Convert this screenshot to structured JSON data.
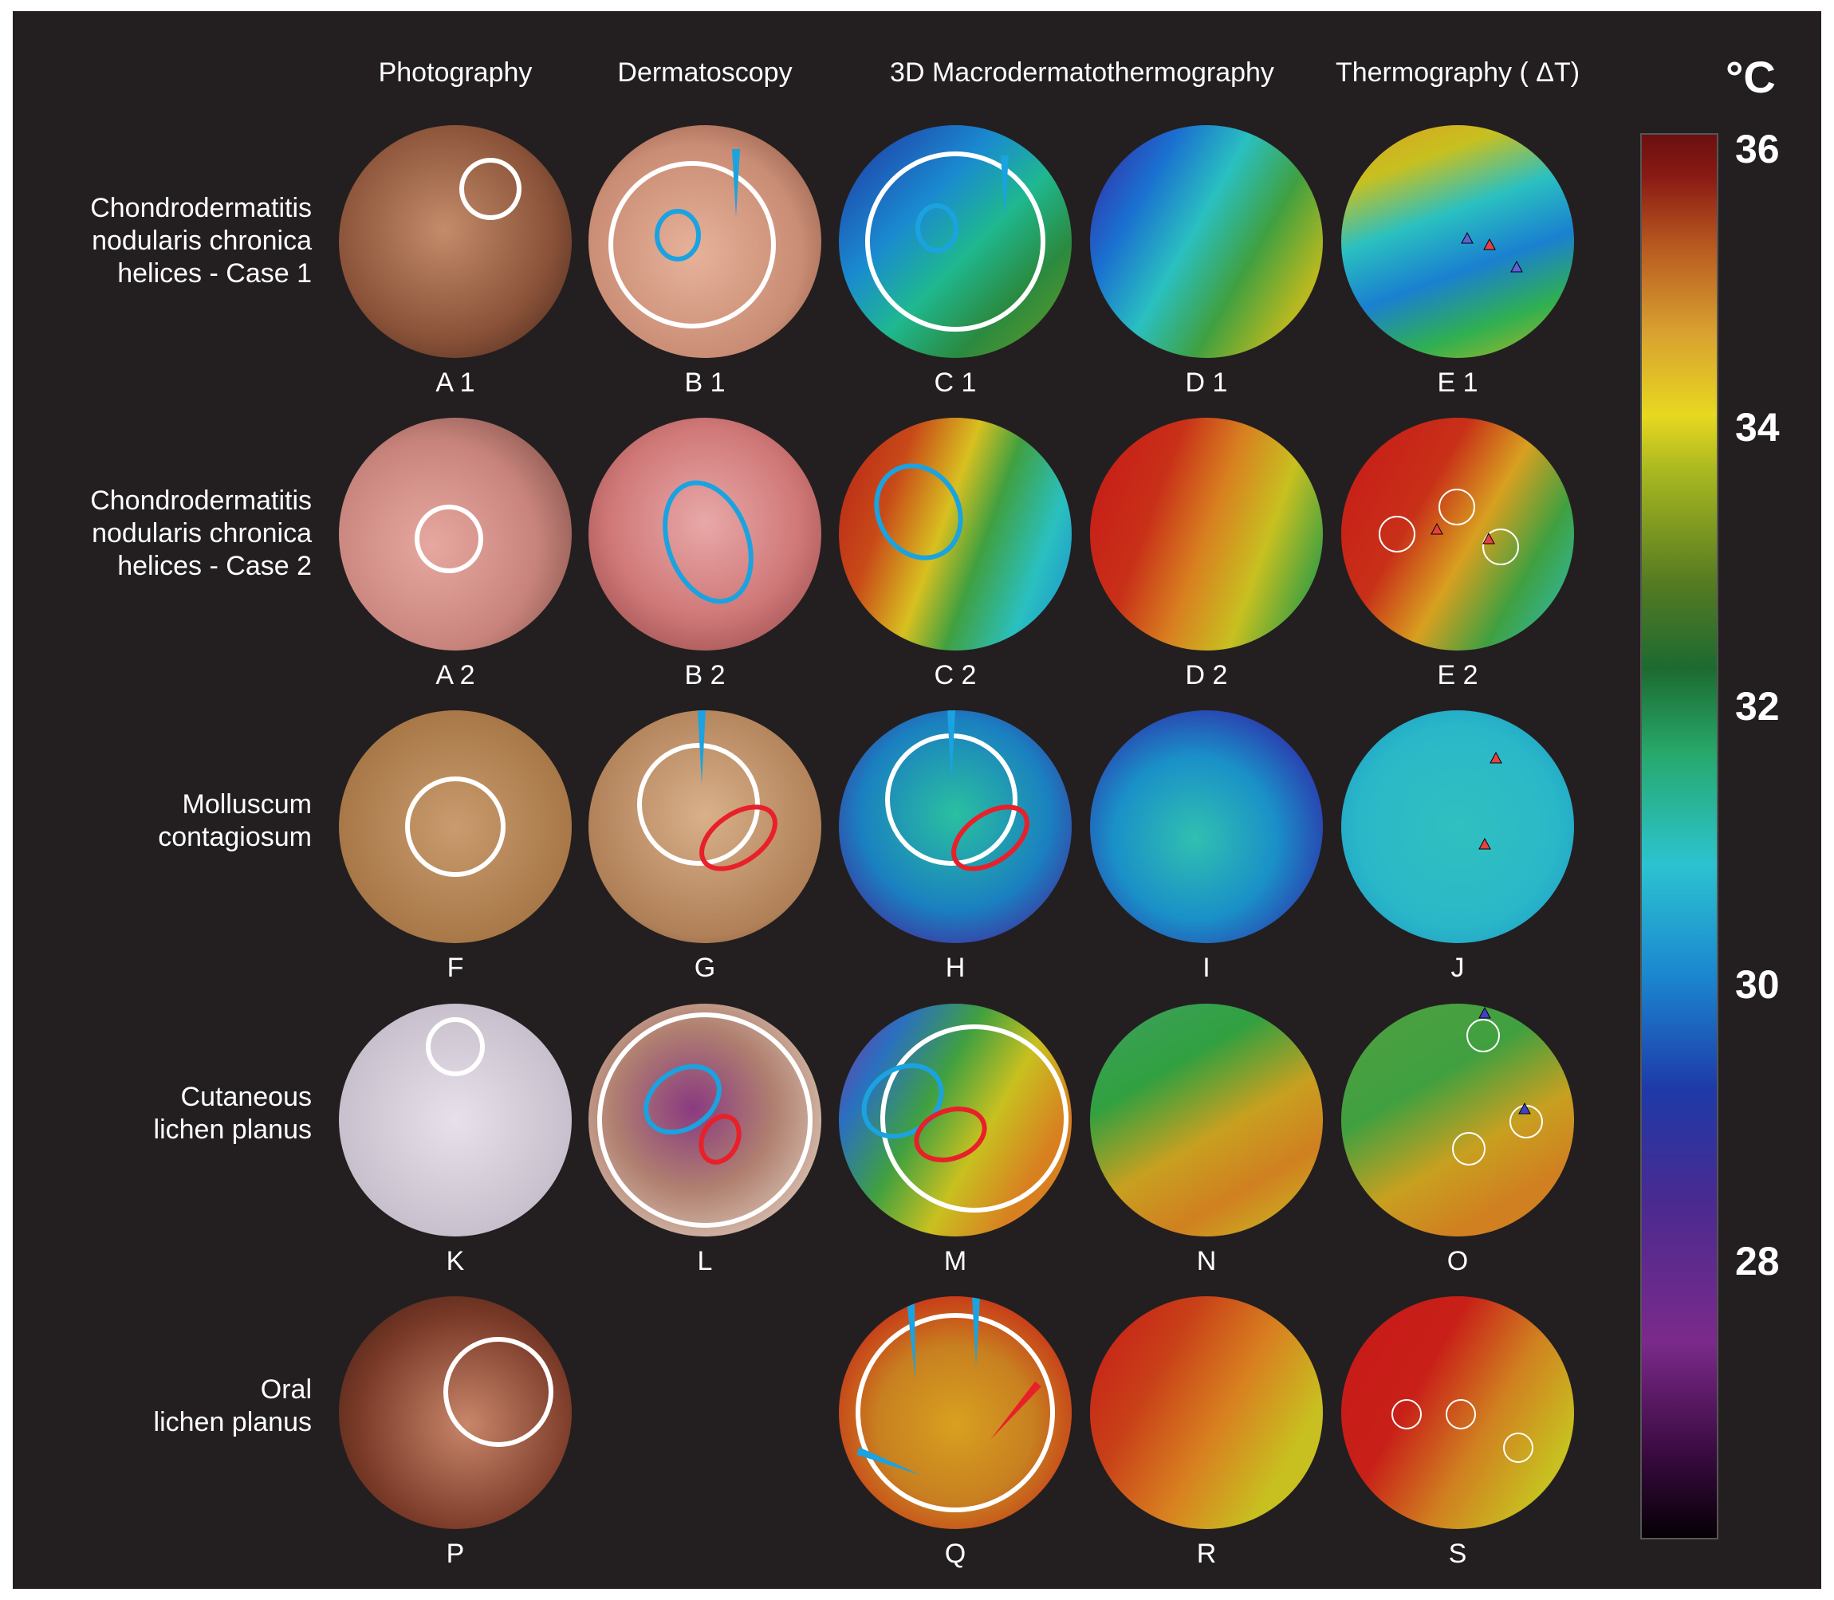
{
  "columns": [
    "Photography",
    "Dermatoscopy",
    "3D Macrodermatothermography",
    "Thermography ( ΔT)"
  ],
  "rows": [
    "Chondrodermatitis\nnodularis chronica\nhelices - Case 1",
    "Chondrodermatitis\nnodularis chronica\nhelices   - Case 2",
    "Molluscum\ncontagiosum",
    "Cutaneous\nlichen planus",
    "Oral\nlichen planus"
  ],
  "panels": [
    [
      "A 1",
      "B 1",
      "C 1",
      "D 1",
      "E 1"
    ],
    [
      "A 2",
      "B 2",
      "C 2",
      "D 2",
      "E 2"
    ],
    [
      "F",
      "G",
      "H",
      "I",
      "J"
    ],
    [
      "K",
      "L",
      "M",
      "N",
      "O"
    ],
    [
      "P",
      "",
      "Q",
      "R",
      "S"
    ]
  ],
  "colorbar": {
    "unit": "°C",
    "ticks": [
      "36",
      "34",
      "32",
      "30",
      "28"
    ],
    "range": [
      26,
      36
    ]
  },
  "colors": {
    "background": "#231f20",
    "marker_white": "#ffffff",
    "marker_blue": "#1aa3e0",
    "marker_red": "#e8202a"
  }
}
